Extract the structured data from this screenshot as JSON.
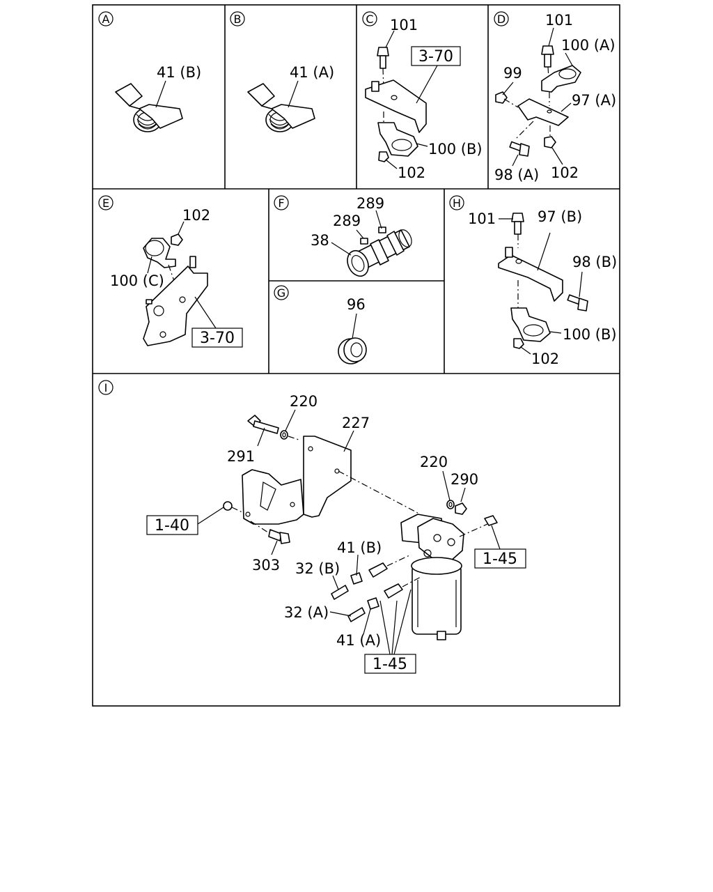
{
  "sections": {
    "A": {
      "letter": "A",
      "labels": [
        "41 (B)"
      ]
    },
    "B": {
      "letter": "B",
      "labels": [
        "41 (A)"
      ]
    },
    "C": {
      "letter": "C",
      "labels": [
        "101",
        "3-70",
        "100 (B)",
        "102"
      ]
    },
    "D": {
      "letter": "D",
      "labels": [
        "101",
        "100 (A)",
        "99",
        "97 (A)",
        "98 (A)",
        "102"
      ]
    },
    "E": {
      "letter": "E",
      "labels": [
        "102",
        "100 (C)",
        "3-70"
      ]
    },
    "F": {
      "letter": "F",
      "labels": [
        "289",
        "289",
        "38"
      ]
    },
    "G": {
      "letter": "G",
      "labels": [
        "96"
      ]
    },
    "H": {
      "letter": "H",
      "labels": [
        "101",
        "97 (B)",
        "98 (B)",
        "100 (B)",
        "102"
      ]
    },
    "I": {
      "letter": "I",
      "labels": [
        "220",
        "227",
        "291",
        "220",
        "290",
        "1-40",
        "41 (B)",
        "1-45",
        "303",
        "32 (B)",
        "32 (A)",
        "41 (A)",
        "1-45"
      ]
    }
  }
}
